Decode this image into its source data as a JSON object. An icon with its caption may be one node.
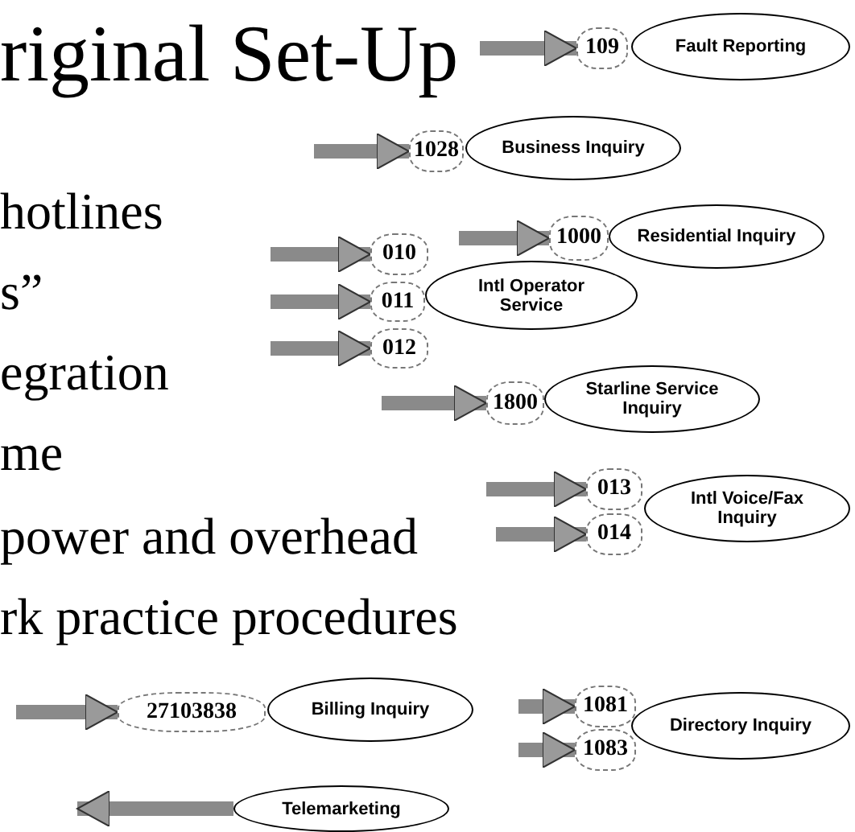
{
  "diagram": {
    "title": "riginal Set-Up",
    "nodes": [
      {
        "text": [
          "109"
        ]
      },
      {
        "text": [
          "Fault Reporting"
        ]
      },
      {
        "text": [
          "1028"
        ]
      },
      {
        "text": [
          "Business Inquiry"
        ]
      },
      {
        "text": [
          "010"
        ]
      },
      {
        "text": [
          "1000"
        ]
      },
      {
        "text": [
          "Residential Inquiry"
        ]
      },
      {
        "text": [
          "011"
        ]
      },
      {
        "text": [
          "Intl Operator Service"
        ]
      },
      {
        "text": [
          "012"
        ]
      },
      {
        "text": [
          "1800"
        ]
      },
      {
        "text": [
          "Starline Service Inquiry"
        ]
      },
      {
        "text": [
          "013"
        ]
      },
      {
        "text": [
          "014"
        ]
      },
      {
        "text": [
          "Intl Voice/Fax Inquiry"
        ]
      },
      {
        "text": [
          "27103838"
        ]
      },
      {
        "text": [
          "Billing Inquiry"
        ]
      },
      {
        "text": [
          "1081"
        ]
      },
      {
        "text": [
          "1083"
        ]
      },
      {
        "text": [
          "Directory Inquiry"
        ]
      },
      {
        "text": [
          "Telemarketing"
        ]
      }
    ],
    "edges": [
      {
        "from": null,
        "to": 0,
        "arrow": "to"
      },
      {
        "from": null,
        "to": 2,
        "arrow": "to"
      },
      {
        "from": null,
        "to": 4,
        "arrow": "to"
      },
      {
        "from": null,
        "to": 5,
        "arrow": "to"
      },
      {
        "from": null,
        "to": 7,
        "arrow": "to"
      },
      {
        "from": null,
        "to": 9,
        "arrow": "to"
      },
      {
        "from": null,
        "to": 10,
        "arrow": "to"
      },
      {
        "from": null,
        "to": 12,
        "arrow": "to"
      },
      {
        "from": null,
        "to": 13,
        "arrow": "to"
      },
      {
        "from": null,
        "to": 15,
        "arrow": "to"
      },
      {
        "from": null,
        "to": 17,
        "arrow": "to"
      },
      {
        "from": null,
        "to": 18,
        "arrow": "to"
      },
      {
        "from": 20,
        "to": null,
        "arrow": "to"
      }
    ],
    "labels": [
      "hotlines",
      "s”",
      "egration",
      "me",
      "power and overhead",
      "rk practice procedures"
    ]
  }
}
